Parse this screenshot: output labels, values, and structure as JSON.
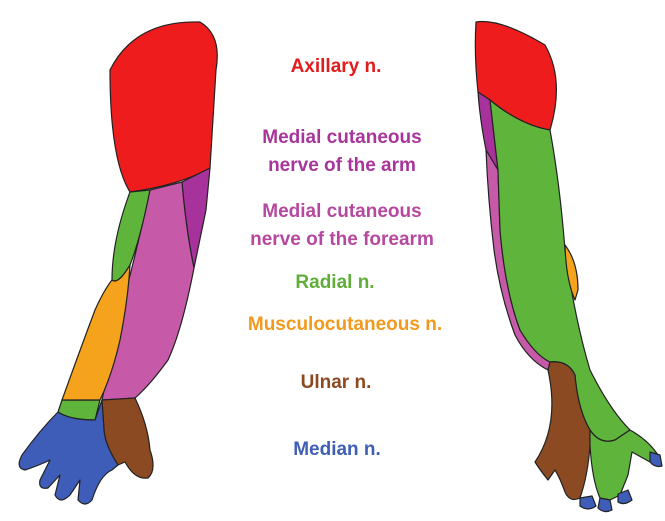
{
  "labels": {
    "axillary": {
      "text": "Axillary n.",
      "color": "#e31b1b"
    },
    "medial_arm": {
      "line1": "Medial cutaneous",
      "line2": "nerve of the arm",
      "color": "#a8359c"
    },
    "medial_forearm": {
      "line1": "Medial cutaneous",
      "line2": "nerve of the forearm",
      "color": "#b6489f"
    },
    "radial": {
      "text": "Radial n.",
      "color": "#5fae3a"
    },
    "musculocutaneous": {
      "text": "Musculocutaneous n.",
      "color": "#f29a1e"
    },
    "ulnar": {
      "text": "Ulnar n.",
      "color": "#8c4a22"
    },
    "median": {
      "text": "Median n.",
      "color": "#3f5fb5"
    }
  },
  "colors": {
    "axillary": "#ee1c1c",
    "medial_arm": "#a8329b",
    "medial_forearm": "#c65aa8",
    "radial": "#5fb53c",
    "musculocutaneous": "#f5a21c",
    "ulnar": "#8b4a22",
    "median": "#3e5db8",
    "outline": "#222222"
  }
}
